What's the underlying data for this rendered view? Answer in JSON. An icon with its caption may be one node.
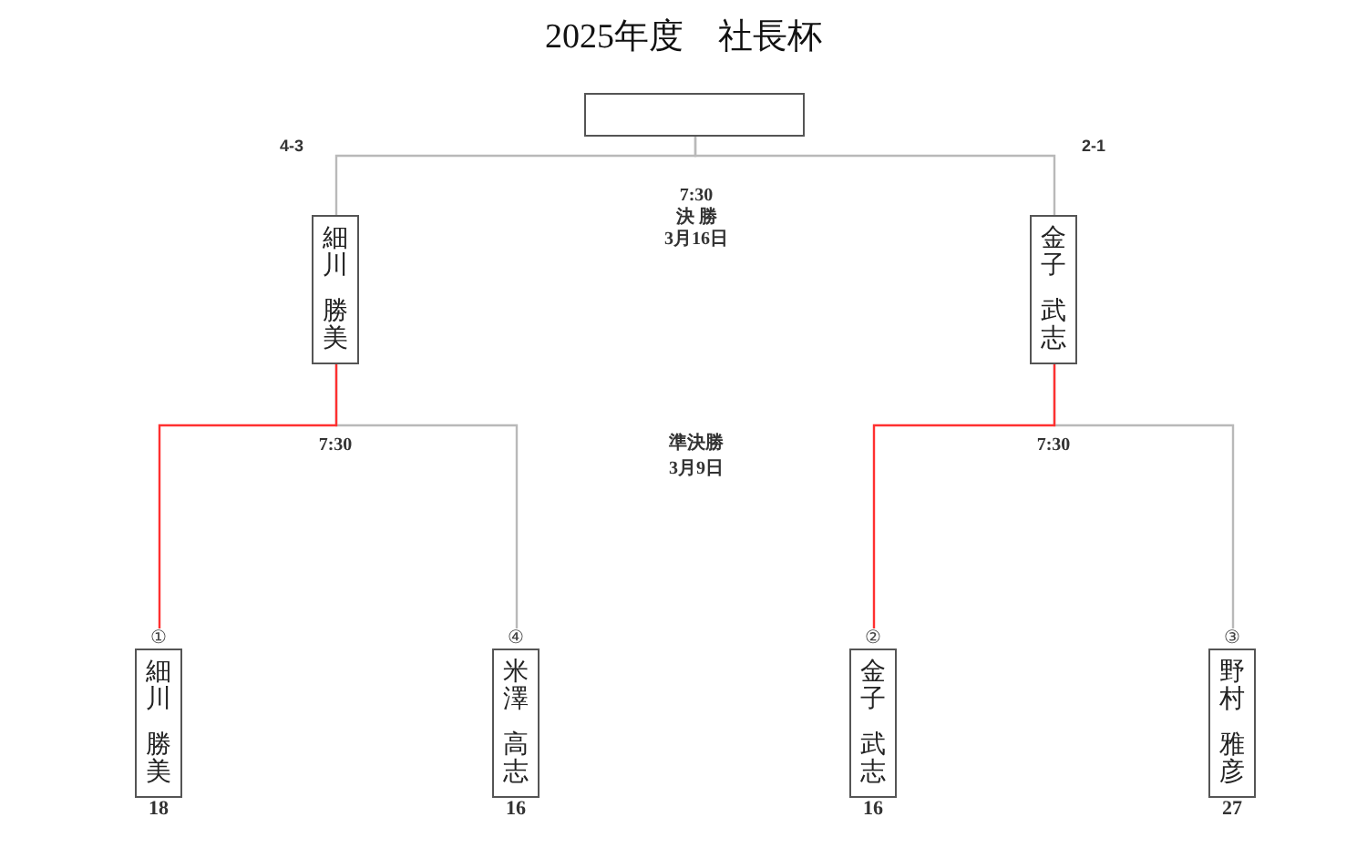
{
  "diagram": {
    "title": "2025年度　社長杯",
    "nodes": [
      {
        "text": [],
        "shape": "box"
      },
      {
        "text": [
          "細川",
          "勝美"
        ]
      },
      {
        "text": [
          "金子",
          "武志"
        ]
      },
      {
        "text": [
          "細川",
          "勝美"
        ],
        "beside": [
          "①",
          "18"
        ]
      },
      {
        "text": [
          "米澤",
          "高志"
        ],
        "beside": [
          "④",
          "16"
        ]
      },
      {
        "text": [
          "金子",
          "武志"
        ],
        "beside": [
          "②",
          "16"
        ]
      },
      {
        "text": [
          "野村",
          "雅彦"
        ],
        "beside": [
          "③",
          "27"
        ]
      }
    ],
    "edges": [
      {
        "from": 0,
        "to": 1,
        "arrow": "none"
      },
      {
        "from": 0,
        "to": 2,
        "arrow": "none"
      },
      {
        "from": 1,
        "to": 3,
        "arrow": "none",
        "color": "#ff3030"
      },
      {
        "from": 1,
        "to": 4,
        "arrow": "none"
      },
      {
        "from": 2,
        "to": 5,
        "arrow": "none",
        "color": "#ff3030"
      },
      {
        "from": 2,
        "to": 6,
        "arrow": "none"
      }
    ],
    "labels": [
      "4-3",
      "2-1",
      "7:30",
      "決 勝",
      "3月16日",
      "7:30",
      "準決勝",
      "7:30",
      "3月9日"
    ]
  }
}
